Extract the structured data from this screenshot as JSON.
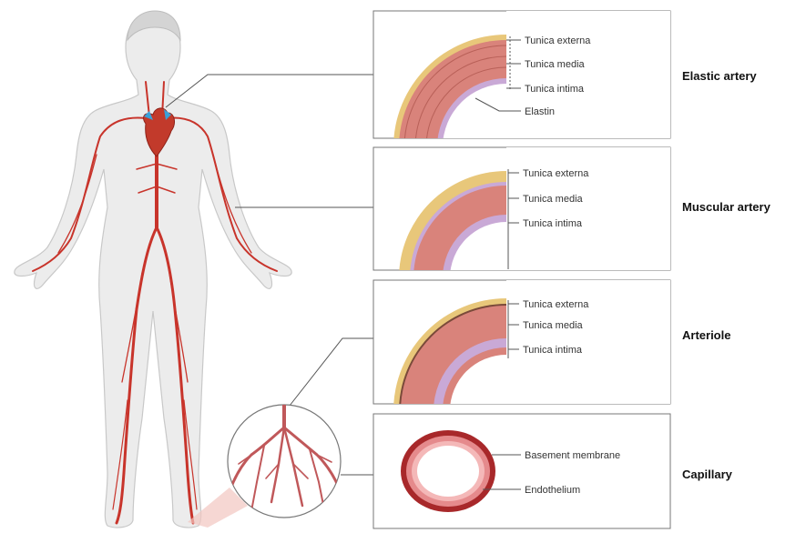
{
  "panels": [
    {
      "title": "Elastic artery",
      "labels": [
        "Tunica externa",
        "Tunica media",
        "Tunica intima",
        "Elastin"
      ]
    },
    {
      "title": "Muscular artery",
      "labels": [
        "Tunica externa",
        "Tunica media",
        "Tunica intima"
      ]
    },
    {
      "title": "Arteriole",
      "labels": [
        "Tunica externa",
        "Tunica media",
        "Tunica intima"
      ]
    },
    {
      "title": "Capillary",
      "labels": [
        "Basement membrane",
        "Endothelium"
      ]
    }
  ],
  "colors": {
    "vessel_red": "#c8342b",
    "externa": "#e8c77a",
    "media": "#d9837b",
    "intima": "#c9a9d6",
    "skin": "#efefef",
    "heart": "#c23a2b",
    "heart_vessel_blue": "#3aa0d8"
  }
}
